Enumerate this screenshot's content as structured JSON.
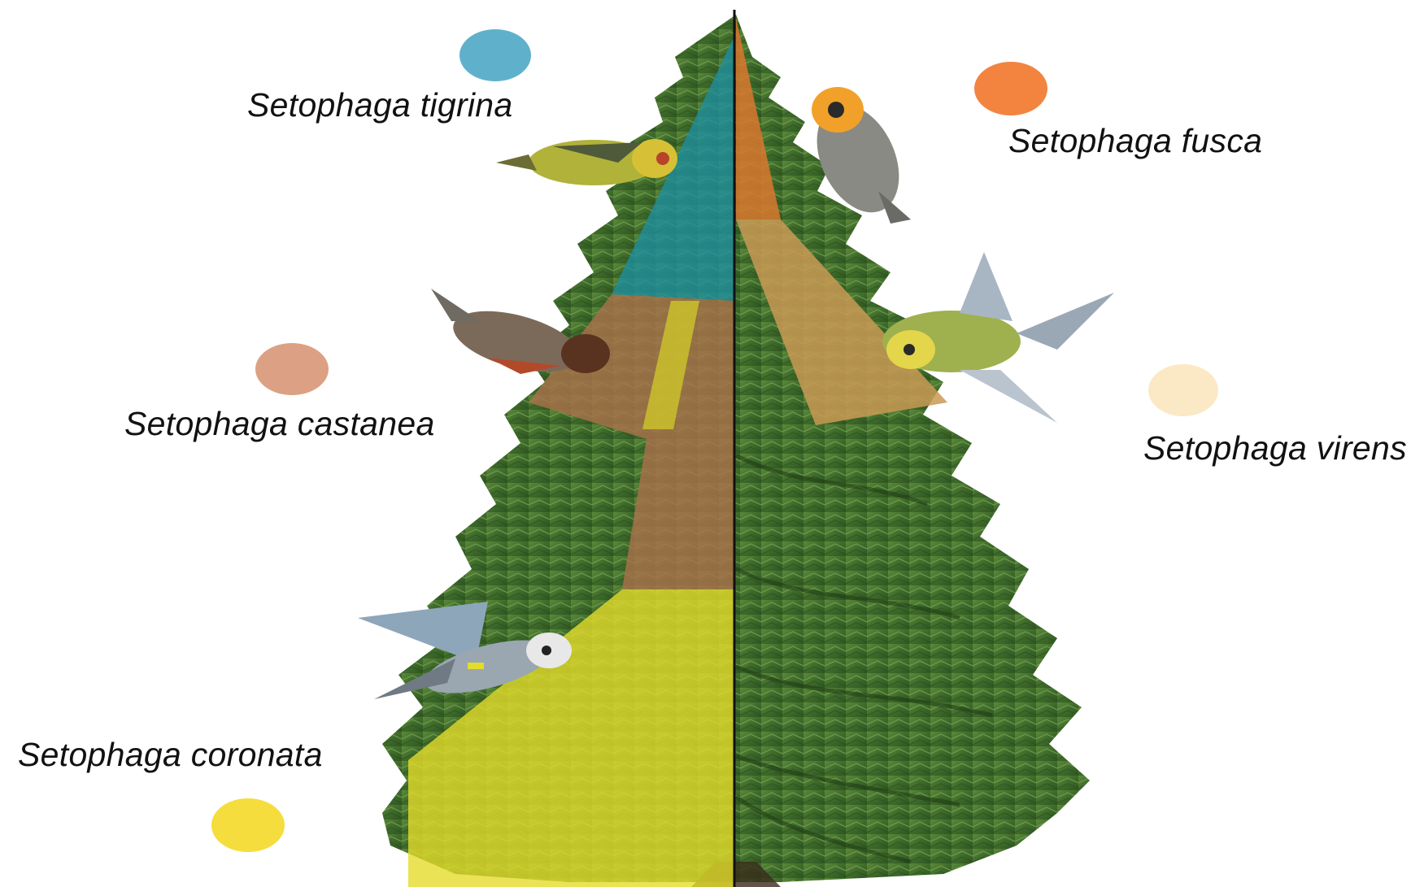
{
  "species": [
    {
      "id": "tigrina",
      "name": "Setophaga tigrina",
      "color": "#5fb1cb",
      "zone_color": "#1e8fa0"
    },
    {
      "id": "fusca",
      "name": "Setophaga fusca",
      "color": "#f28440",
      "zone_color": "#d9782e"
    },
    {
      "id": "castanea",
      "name": "Setophaga castanea",
      "color": "#dca184",
      "zone_color": "#a8714a"
    },
    {
      "id": "virens",
      "name": "Setophaga virens",
      "color": "#fbe9c5",
      "zone_color": "#c99a55"
    },
    {
      "id": "coronata",
      "name": "Setophaga coronata",
      "color": "#f4dd3c",
      "zone_color": "#e3dc2a"
    }
  ],
  "tree": {
    "foliage_color": "#3f6f2c",
    "foliage_light": "#6f9a46",
    "trunk_color": "#2a2418"
  },
  "icons": [
    "spruce-tree-icon",
    "warbler-bird-icon"
  ]
}
